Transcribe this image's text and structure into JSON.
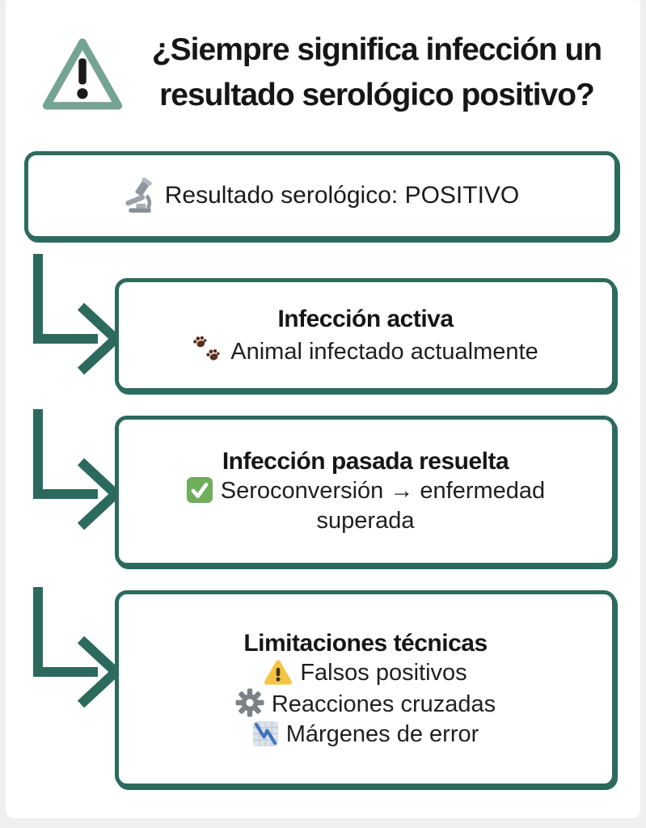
{
  "page": {
    "background_color": "#f1efed",
    "accent_dark_teal": "#2d6a5e",
    "accent_sage": "#75a492"
  },
  "header": {
    "icon": "warning-triangle-outline-icon",
    "title_line1": "¿Siempre significa infección un",
    "title_line2": "resultado serológico positivo?"
  },
  "source_box": {
    "icon": "microscope-icon",
    "text": "Resultado serológico: POSITIVO"
  },
  "branches": [
    {
      "title": "Infección activa",
      "lines": [
        {
          "icon": "paw-prints-icon",
          "icon_color": "#5a2d1f",
          "text": "Animal infectado actualmente"
        }
      ]
    },
    {
      "title": "Infección pasada resuelta",
      "lines": [
        {
          "icon": "check-mark-button-icon",
          "icon_color": "#6fae5b",
          "text": "Seroconversión → enfermedad superada"
        }
      ]
    },
    {
      "title": "Limitaciones técnicas",
      "lines": [
        {
          "icon": "warning-sign-icon",
          "icon_color": "#f6c445",
          "text": "Falsos positivos"
        },
        {
          "icon": "gear-icon",
          "icon_color": "#7b8186",
          "text": "Reacciones cruzadas"
        },
        {
          "icon": "chart-decreasing-icon",
          "icon_color": "#3e74bf",
          "text": "Márgenes de error"
        }
      ]
    }
  ]
}
